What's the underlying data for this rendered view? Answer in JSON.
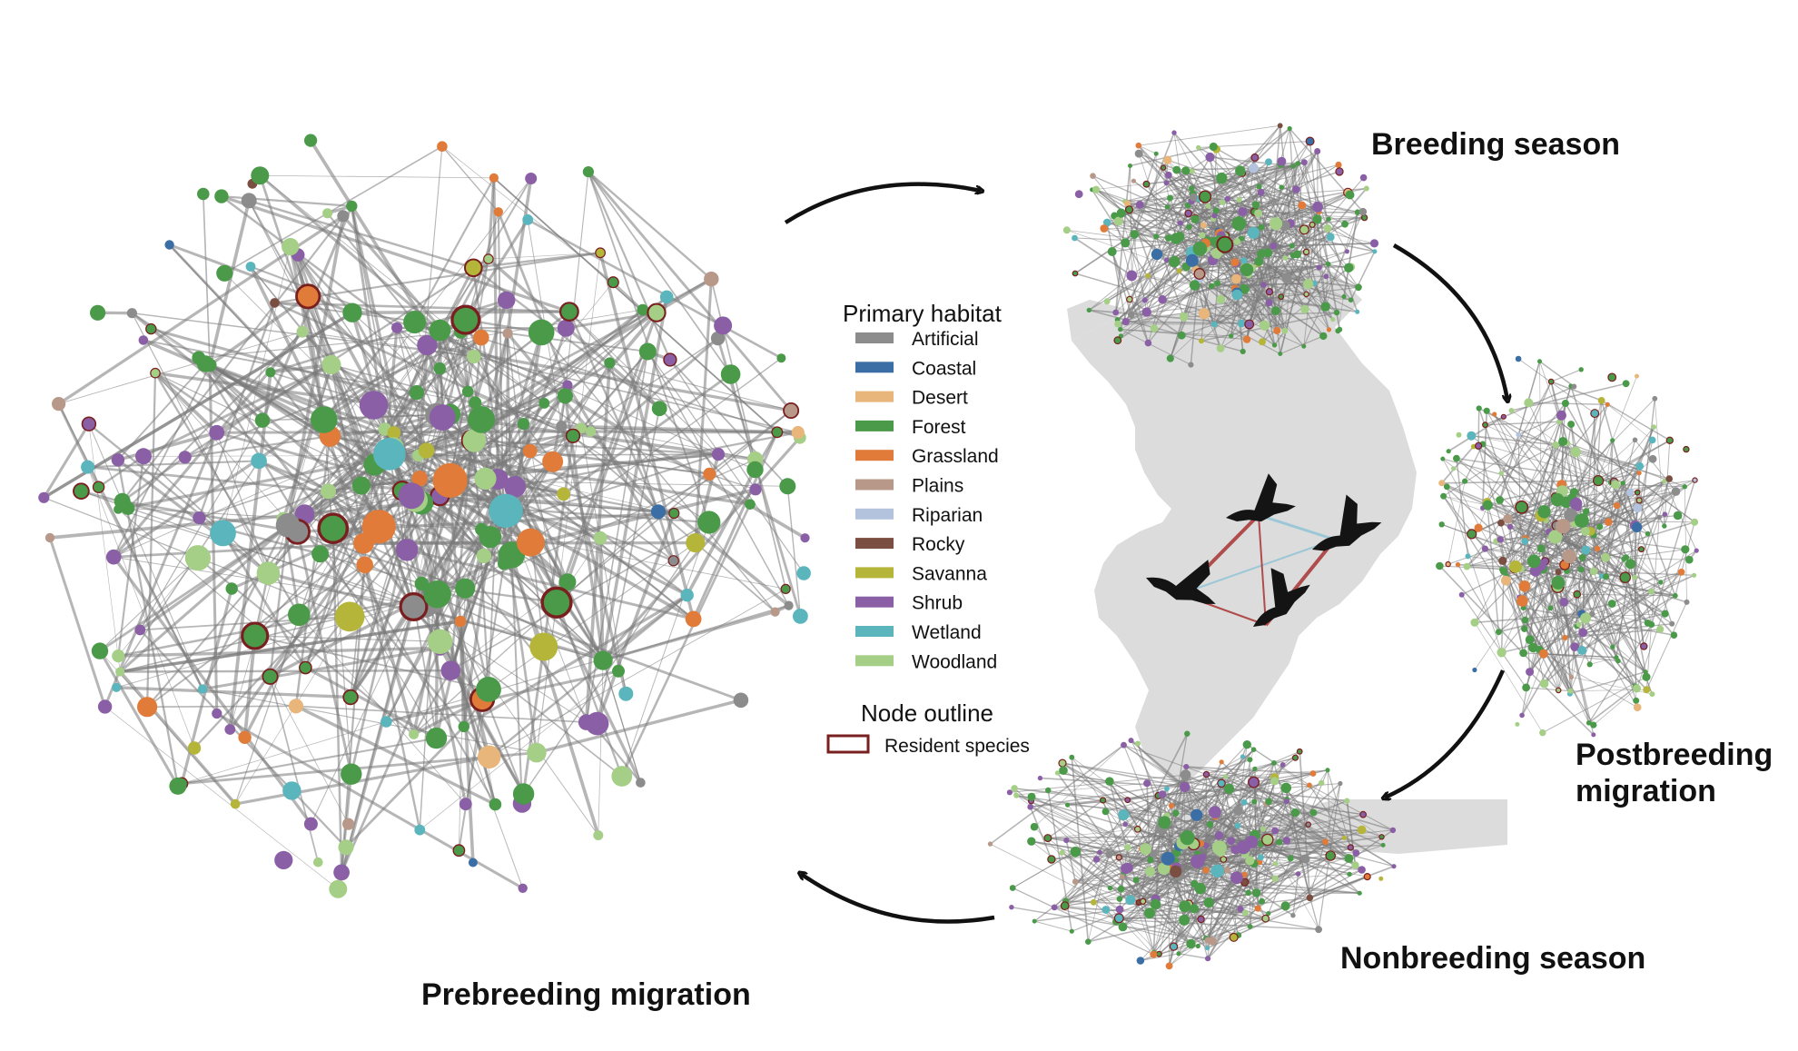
{
  "legend": {
    "title": "Primary habitat",
    "items": [
      {
        "label": "Artificial",
        "color": "#8c8c8c"
      },
      {
        "label": "Coastal",
        "color": "#3a6ea5"
      },
      {
        "label": "Desert",
        "color": "#e8b57a"
      },
      {
        "label": "Forest",
        "color": "#4a9a4a"
      },
      {
        "label": "Grassland",
        "color": "#e07b39"
      },
      {
        "label": "Plains",
        "color": "#b89888"
      },
      {
        "label": "Riparian",
        "color": "#b3c3de"
      },
      {
        "label": "Rocky",
        "color": "#7a4e40"
      },
      {
        "label": "Savanna",
        "color": "#b5b53a"
      },
      {
        "label": "Shrub",
        "color": "#8a5fa5"
      },
      {
        "label": "Wetland",
        "color": "#5ab5bd"
      },
      {
        "label": "Woodland",
        "color": "#a5cf86"
      }
    ],
    "outline_title": "Node outline",
    "outline_label": "Resident species",
    "outline_color": "#7a1f1f"
  },
  "seasons": {
    "breeding": "Breeding season",
    "postbreeding_line1": "Postbreeding",
    "postbreeding_line2": "migration",
    "nonbreeding": "Nonbreeding season",
    "prebreeding": "Prebreeding migration"
  },
  "colors": {
    "edge": "#7a7a7a",
    "map": "#dcdcdc",
    "arrow": "#111111",
    "bird": "#141414",
    "map_line_red": "#a83232",
    "map_line_blue": "#8fc3d6"
  }
}
